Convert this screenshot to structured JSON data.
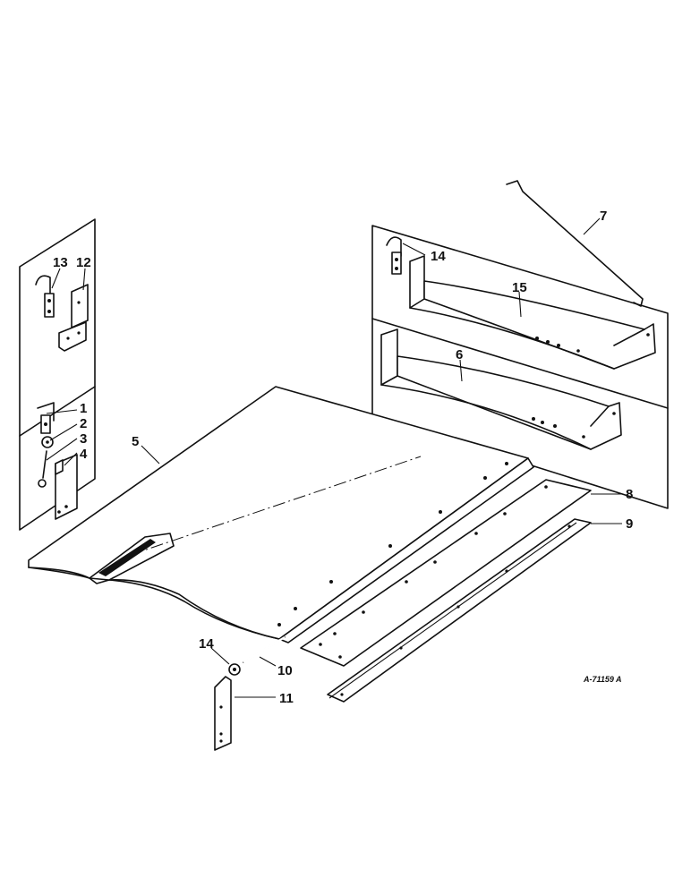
{
  "drawing_number": "A-71159 A",
  "callouts": [
    "1",
    "2",
    "3",
    "4",
    "5",
    "6",
    "7",
    "8",
    "9",
    "10",
    "11",
    "12",
    "13",
    "14",
    "14",
    "15"
  ],
  "colors": {
    "ink": "#111111",
    "paper": "#ffffff"
  }
}
